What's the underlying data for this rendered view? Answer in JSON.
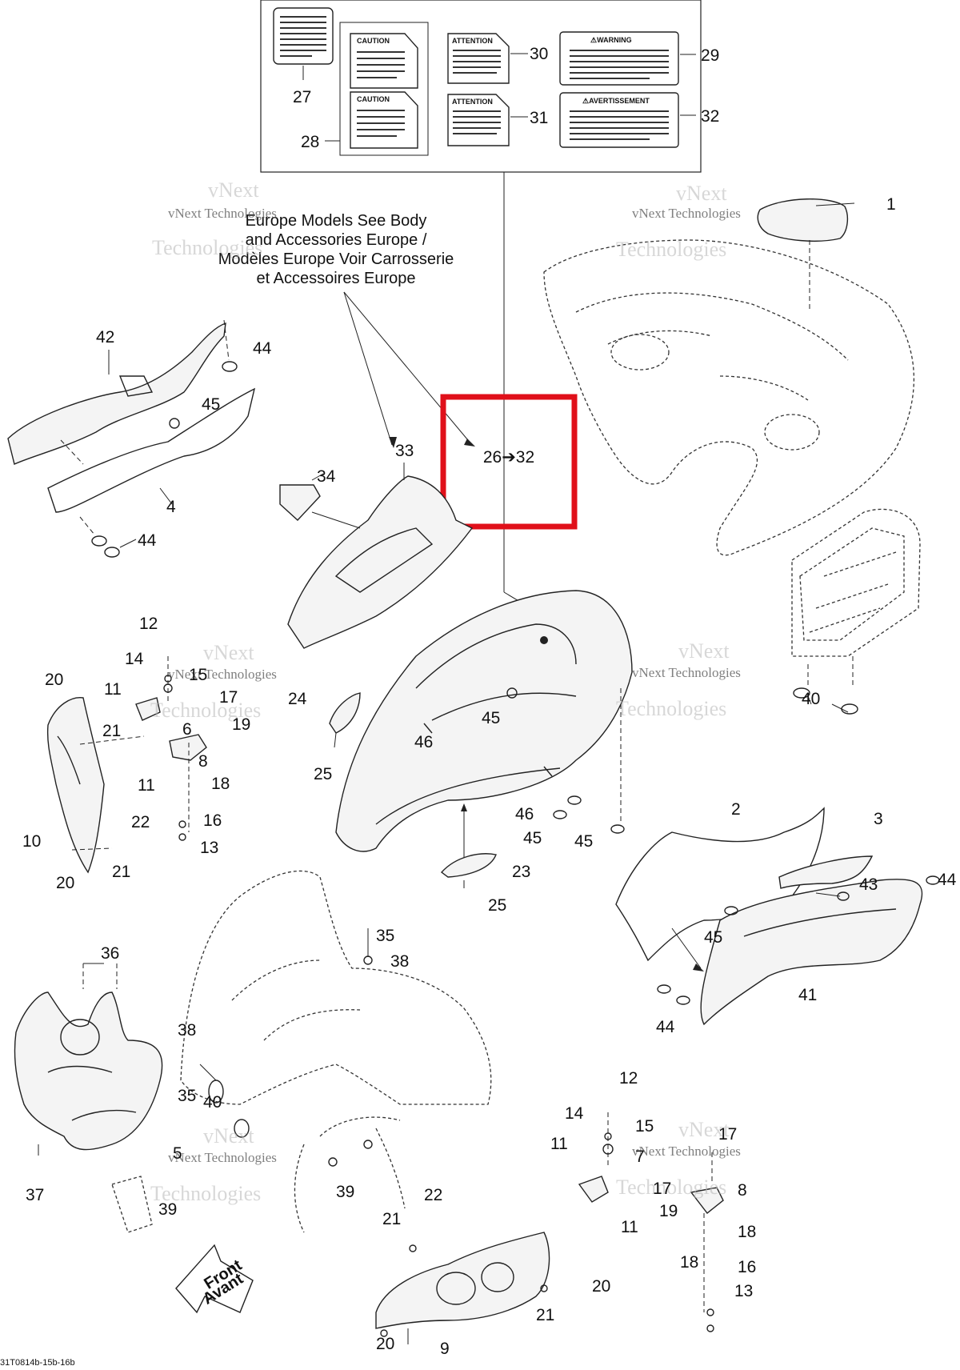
{
  "note": {
    "lines": [
      "Europe Models See Body",
      "and Accessories Europe /",
      "Modèles Europe Voir Carrosserie",
      "et Accessoires Europe"
    ]
  },
  "highlight": {
    "label": "26➔32",
    "color": "#e0101a"
  },
  "labels_panel": {
    "caution_title": "CAUTION",
    "attention_title": "ATTENTION",
    "warning_title": "⚠WARNING",
    "avertissement_title": "⚠AVERTISSEMENT"
  },
  "watermark": {
    "line1": "vNext",
    "line2": "Technologies",
    "small": "vNext Technologies"
  },
  "reference_code": "31T0814b-15b-16b",
  "front_arrow": {
    "line1": "Front",
    "line2": "Avant"
  },
  "callouts": [
    "1",
    "2",
    "3",
    "4",
    "5",
    "6",
    "7",
    "8",
    "9",
    "10",
    "11",
    "12",
    "13",
    "14",
    "15",
    "16",
    "17",
    "18",
    "19",
    "20",
    "21",
    "22",
    "23",
    "24",
    "25",
    "27",
    "28",
    "29",
    "30",
    "31",
    "32",
    "33",
    "34",
    "35",
    "36",
    "37",
    "38",
    "39",
    "40",
    "41",
    "42",
    "43",
    "44",
    "45",
    "46"
  ]
}
